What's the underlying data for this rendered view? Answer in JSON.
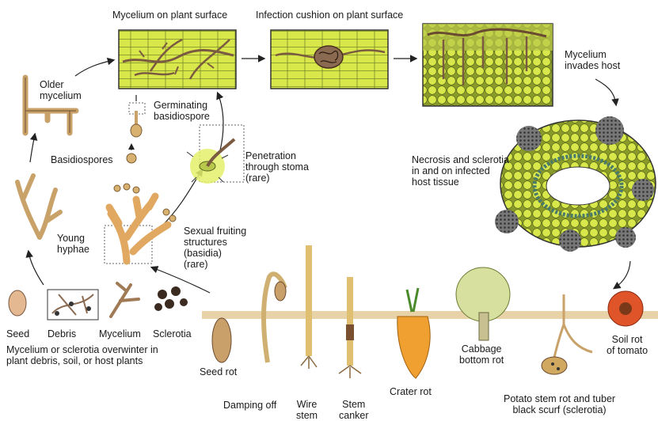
{
  "labels": {
    "mycelium_surface": "Mycelium on plant surface",
    "infection_cushion": "Infection cushion on plant surface",
    "mycelium_invades": "Mycelium\ninvades host",
    "older_mycelium": "Older\nmycelium",
    "germinating_basidiospore": "Germinating\nbasidiospore",
    "basidiospores": "Basidiospores",
    "penetration_stoma": "Penetration\nthrough stoma\n(rare)",
    "necrosis_sclerotia": "Necrosis and sclerotia\nin and on infected\nhost tissue",
    "young_hyphae": "Young\nhyphae",
    "sexual_fruiting": "Sexual fruiting\nstructures\n(basidia)\n(rare)",
    "seed": "Seed",
    "debris": "Debris",
    "mycelium": "Mycelium",
    "sclerotia": "Sclerotia",
    "overwinter": "Mycelium or sclerotia overwinter in\nplant debris, soil, or host plants",
    "seed_rot": "Seed rot",
    "damping_off": "Damping off",
    "wire_stem": "Wire\nstem",
    "stem_canker": "Stem\ncanker",
    "crater_rot": "Crater rot",
    "cabbage_bottom_rot": "Cabbage\nbottom rot",
    "potato_stem_rot": "Potato stem rot and tuber\nblack scurf (sclerotia)",
    "soil_rot_tomato": "Soil rot\nof tomato"
  },
  "colors": {
    "plant_cell": "#d8e84a",
    "cell_outline": "#6a7a20",
    "hyphae": "#c9a26a",
    "hyphae_dark": "#5a3a2a",
    "soil": "#e8d2a8",
    "carrot": "#f0a030",
    "tomato": "#e0542a",
    "stoma_glow": "#e4f06a"
  }
}
